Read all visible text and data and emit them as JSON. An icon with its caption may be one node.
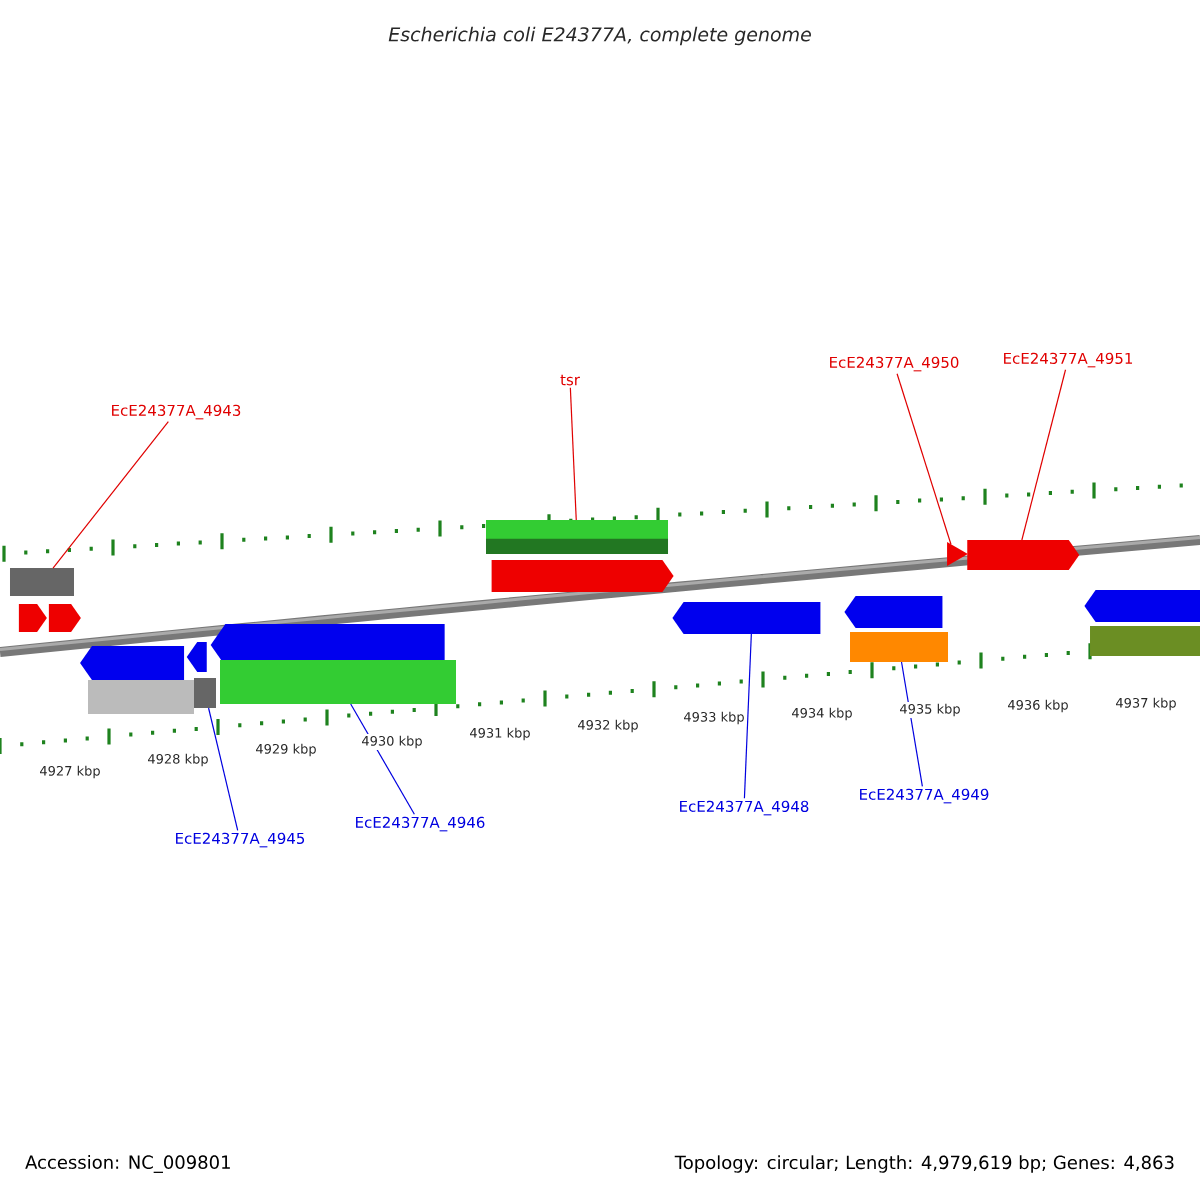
{
  "diagram": {
    "title": "Escherichia coli E24377A, complete genome",
    "nodes": [
      {
        "text": [
          "EcE24377A_4943"
        ]
      },
      {
        "text": [
          "tsr"
        ]
      },
      {
        "text": [
          "EcE24377A_4950"
        ]
      },
      {
        "text": [
          "EcE24377A_4951"
        ]
      },
      {
        "text": [
          "EcE24377A_4945"
        ]
      },
      {
        "text": [
          "EcE24377A_4946"
        ]
      },
      {
        "text": [
          "EcE24377A_4948"
        ]
      },
      {
        "text": [
          "EcE24377A_4949"
        ]
      },
      {
        "text": [],
        "shape": "box"
      },
      {
        "text": [],
        "shape": "arrow"
      },
      {
        "text": [],
        "shape": "arrow"
      },
      {
        "text": [],
        "shape": "arrow"
      },
      {
        "text": [],
        "shape": "box"
      },
      {
        "text": [],
        "shape": "arrow"
      },
      {
        "text": [],
        "shape": "box"
      },
      {
        "text": [],
        "shape": "arrow"
      },
      {
        "text": [],
        "shape": "box"
      },
      {
        "text": [],
        "shape": "box"
      },
      {
        "text": [],
        "shape": "arrow"
      },
      {
        "text": [],
        "shape": "arrow"
      },
      {
        "text": [],
        "shape": "arrow"
      },
      {
        "text": [],
        "shape": "box"
      },
      {
        "text": [],
        "shape": "triangle"
      },
      {
        "text": [],
        "shape": "arrow"
      },
      {
        "text": [],
        "shape": "arrow"
      },
      {
        "text": [],
        "shape": "box"
      }
    ],
    "edges": [
      {
        "from": 0,
        "to": 8,
        "arrow": "none",
        "color": "#e00000"
      },
      {
        "from": 1,
        "to": 17,
        "arrow": "none",
        "color": "#e00000"
      },
      {
        "from": 2,
        "to": 22,
        "arrow": "none",
        "color": "#e00000"
      },
      {
        "from": 3,
        "to": 23,
        "arrow": "none",
        "color": "#e00000"
      },
      {
        "from": 4,
        "to": 14,
        "arrow": "none",
        "color": "#0000e0"
      },
      {
        "from": 5,
        "to": 16,
        "arrow": "none",
        "color": "#0000e0"
      },
      {
        "from": 6,
        "to": 19,
        "arrow": "none",
        "color": "#0000e0"
      },
      {
        "from": 7,
        "to": 21,
        "arrow": "none",
        "color": "#0000e0"
      }
    ],
    "labels": [
      "4927 kbp",
      "4928 kbp",
      "4929 kbp",
      "4930 kbp",
      "4931 kbp",
      "4932 kbp",
      "4933 kbp",
      "4934 kbp",
      "4935 kbp",
      "4936 kbp",
      "4937 kbp",
      "Accession: NC_009801",
      "Topology: circular; Length: 4,979,619 bp; Genes: 4,863"
    ]
  }
}
